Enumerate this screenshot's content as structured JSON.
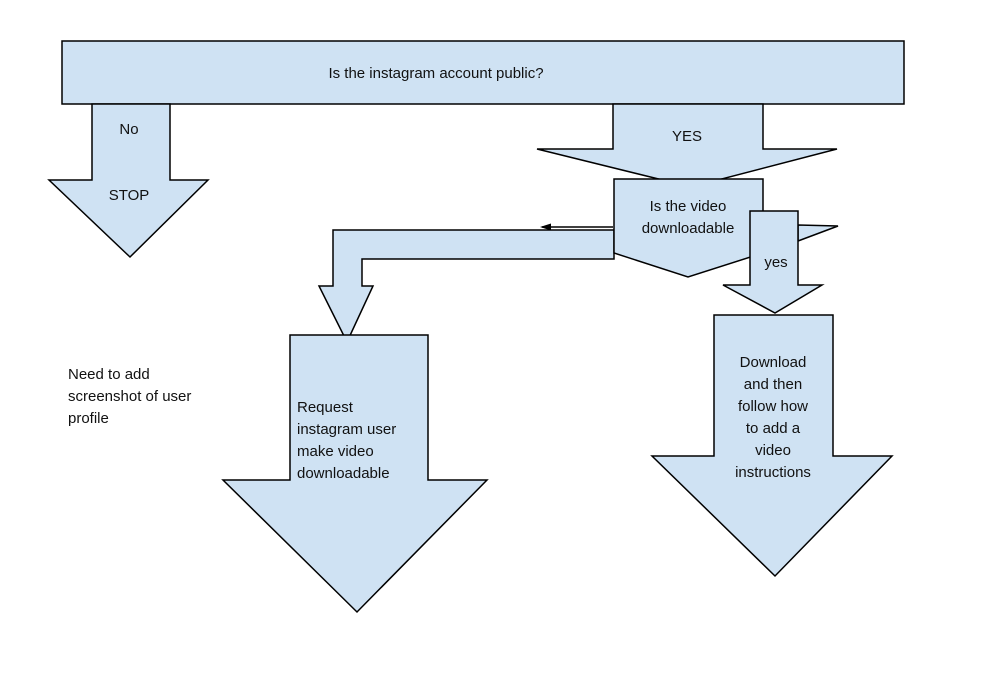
{
  "diagram": {
    "nodes": {
      "question": {
        "label": "Is the instagram account public?"
      },
      "no_branch": {
        "label": "No"
      },
      "stop": {
        "label": "STOP"
      },
      "yes_branch": {
        "label": "YES"
      },
      "video_question": {
        "label": "Is the video\ndownloadable"
      },
      "yes_small": {
        "label": "yes"
      },
      "request": {
        "label": "Request\ninstagram user\nmake video\ndownloadable"
      },
      "download": {
        "label": "Download\nand then\nfollow how\nto add a\nvideo\ninstructions"
      }
    },
    "note": {
      "text": "Need to add\nscreenshot of user\nprofile"
    }
  },
  "colors": {
    "shape_fill": "#cfe2f3",
    "shape_stroke": "#000000",
    "text": "#111111",
    "background": "#ffffff"
  }
}
